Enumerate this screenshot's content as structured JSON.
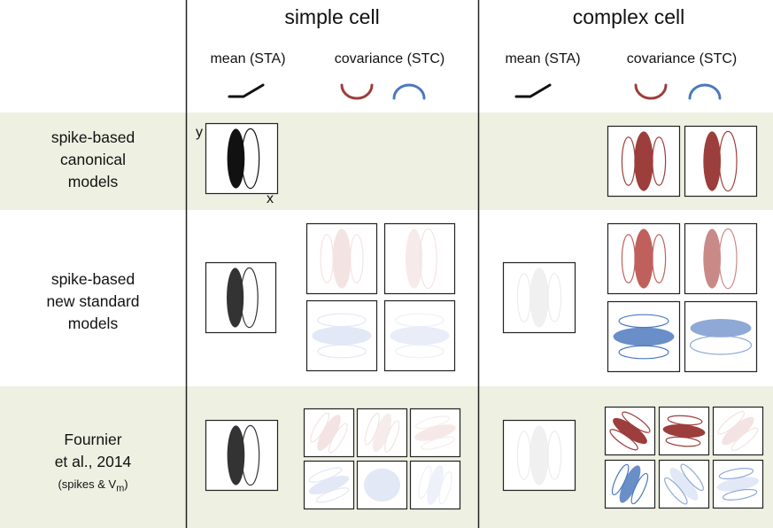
{
  "headers": {
    "simple": "simple cell",
    "complex": "complex cell"
  },
  "subheaders": {
    "simple_mean": "mean (STA)",
    "simple_cov": "covariance (STC)",
    "complex_mean": "mean (STA)",
    "complex_cov": "covariance (STC)"
  },
  "rows": [
    {
      "line1": "spike-based",
      "line2": "canonical",
      "line3": "models"
    },
    {
      "line1": "spike-based",
      "line2": "new standard",
      "line3": "models"
    },
    {
      "line1": "Fournier",
      "line2": "et al., 2014",
      "line3_prefix": "(spikes & V",
      "line3_sub": "m",
      "line3_suffix": ")"
    }
  ],
  "axis_labels": {
    "y": "y",
    "x": "x"
  },
  "colors": {
    "band": "#eef1e2",
    "black": "#111111",
    "dark": "#333333",
    "faint": "#f0f0f0",
    "red": "#9c3e3b",
    "red_mid": "#c0605c",
    "red_light": "#c98a87",
    "red_pale": "#f4e3e3",
    "blue": "#6a8ec8",
    "blue_mid": "#8fa9d7",
    "blue_pale": "#e2e8f6",
    "blue_line": "#4a78c0"
  },
  "icons": {
    "simple_mean": "rectified-linear-icon",
    "complex_mean": "rectified-linear-icon",
    "cov_pos": "u-shape-icon",
    "cov_neg": "arch-shape-icon"
  }
}
